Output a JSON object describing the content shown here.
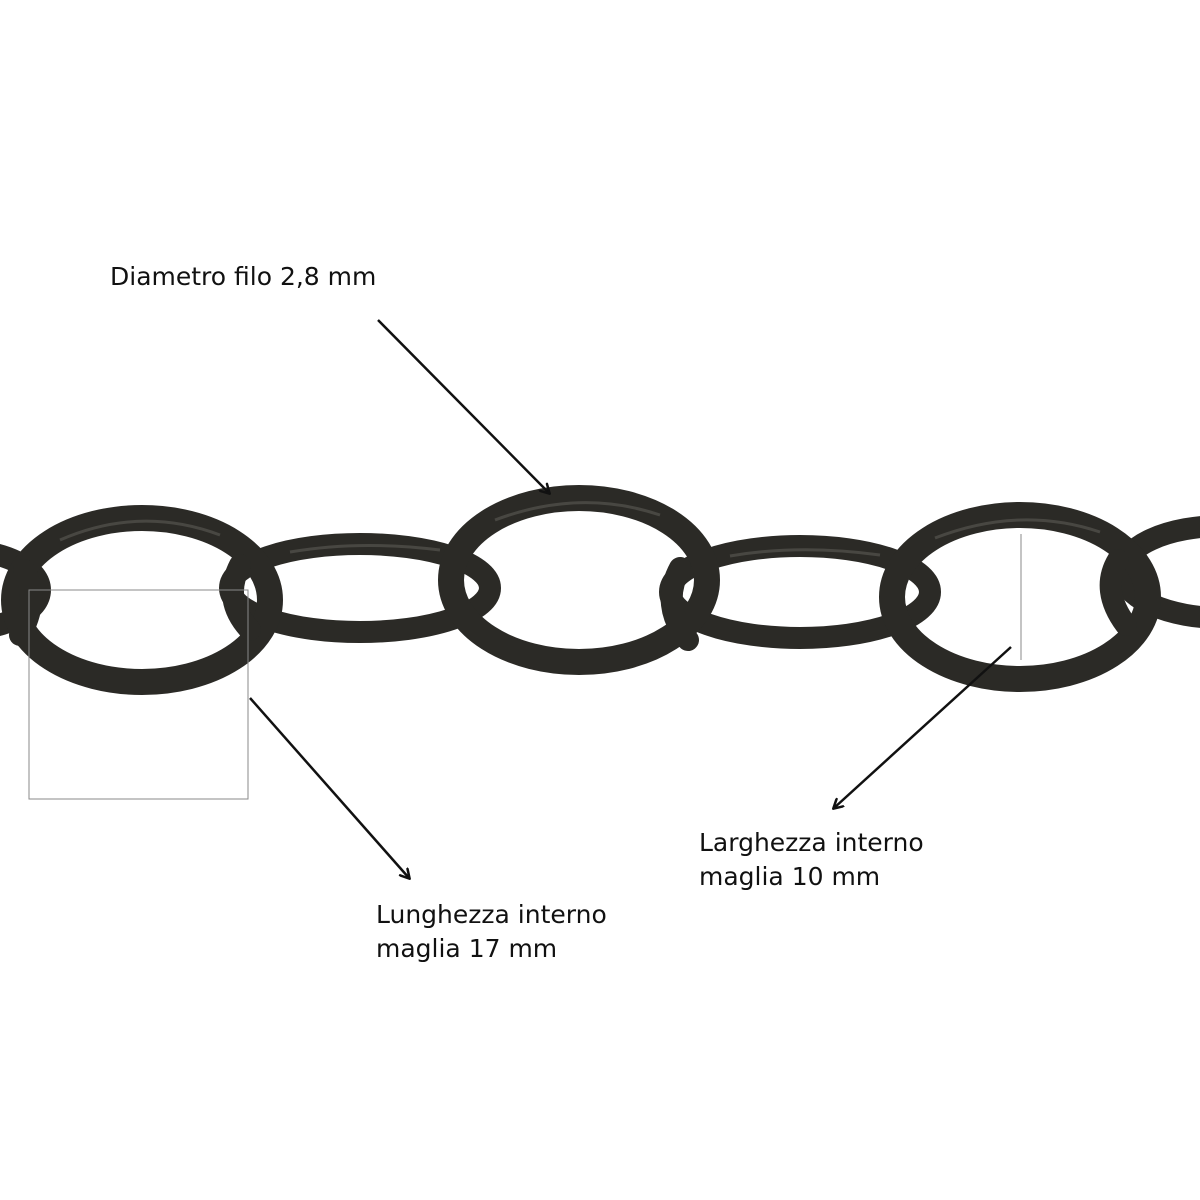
{
  "annotations": {
    "wire_diameter": {
      "lines": [
        "Diametro filo 2,8 mm"
      ]
    },
    "inner_length": {
      "lines": [
        "Lunghezza interno",
        "maglia 17 mm"
      ]
    },
    "inner_width": {
      "lines": [
        "Larghezza interno",
        "maglia 10 mm"
      ]
    }
  },
  "colors": {
    "background": "#ffffff",
    "chain": "#2b2a26",
    "chain_highlight": "#55544e",
    "arrow": "#111111",
    "guide": "#8a8a8a"
  }
}
